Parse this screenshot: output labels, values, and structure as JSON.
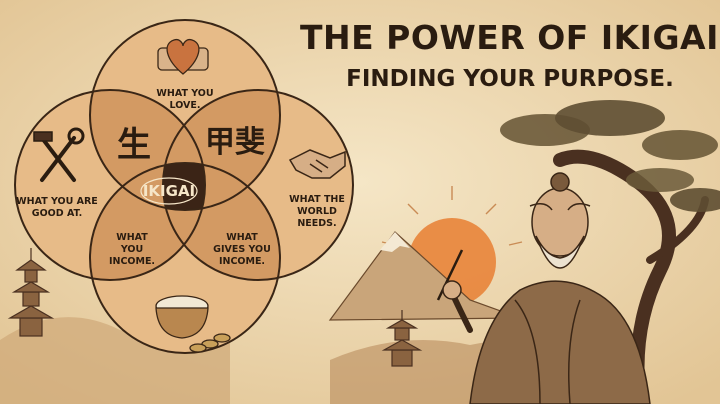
{
  "title": "THE POWER OF IKIGAI",
  "subtitle": "FINDING YOUR PURPOSE.",
  "diagram": {
    "center": "IKIGAI",
    "top": "WHAT YOU\nLOVE.",
    "left": "WHAT YOU ARE\nGOOD AT.",
    "right": "WHAT THE\nWORLD\nNEEDS.",
    "bottom_left": "WHAT\nYOU\nINCOME.",
    "bottom_right": "WHAT\nGIVES YOU\nINCOME.",
    "kanji_left": "生",
    "kanji_right": "甲斐"
  },
  "colors": {
    "background": "#efdcb8",
    "circle_fill": "#e3b27f",
    "overlap_fill": "#c98b55",
    "center_fill": "#3b2416",
    "ink": "#2a1c10",
    "sun": "#e8843a"
  },
  "icons": [
    "heart-scroll-icon",
    "hammer-wrench-icon",
    "handshake-icon",
    "rice-bowl-coins-icon"
  ]
}
